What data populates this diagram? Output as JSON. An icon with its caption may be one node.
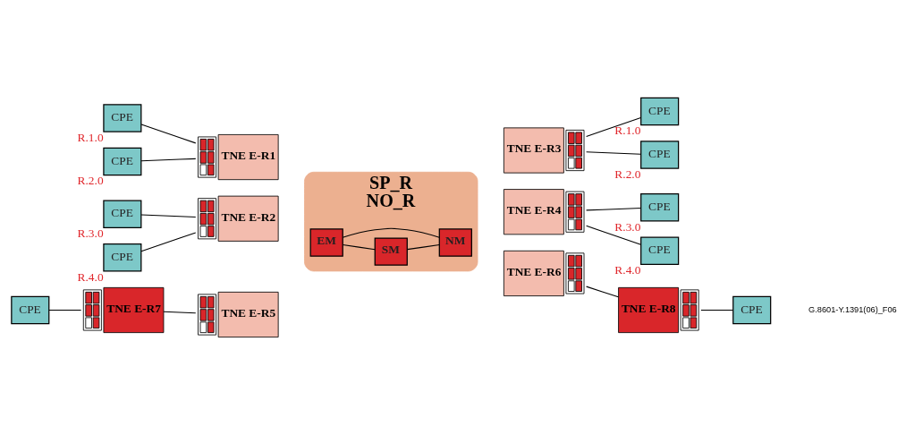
{
  "diagram": {
    "nodes": [
      {
        "text": [
          "SP_R",
          "NO_R"
        ]
      },
      {
        "text": [
          "EM"
        ],
        "in": 0
      },
      {
        "text": [
          "SM"
        ],
        "in": 0
      },
      {
        "text": [
          "NM"
        ],
        "in": 0
      },
      {
        "text": [
          "TNE E-R1"
        ]
      },
      {
        "text": [
          "TNE E-R3"
        ]
      },
      {
        "text": [
          "TNE E-R2"
        ]
      },
      {
        "text": [
          "TNE E-R4"
        ]
      },
      {
        "text": [
          "TNE E-R7"
        ]
      },
      {
        "text": [
          "TNE E-R5"
        ]
      },
      {
        "text": [
          "TNE E-R6"
        ]
      },
      {
        "text": [
          "TNE E-R8"
        ]
      },
      {
        "text": [
          "CPE"
        ],
        "beside": [
          "R.1.0"
        ]
      },
      {
        "text": [
          "CPE"
        ],
        "beside": [
          "R.2.0"
        ]
      },
      {
        "text": [
          "CPE"
        ],
        "beside": [
          "R.1.0"
        ]
      },
      {
        "text": [
          "CPE"
        ],
        "beside": [
          "R.2.0"
        ]
      },
      {
        "text": [
          "CPE"
        ],
        "beside": [
          "R.3.0"
        ]
      },
      {
        "text": [
          "CPE"
        ],
        "beside": [
          "R.4.0"
        ]
      },
      {
        "text": [
          "CPE"
        ],
        "beside": [
          "R.3.0"
        ]
      },
      {
        "text": [
          "CPE"
        ],
        "beside": [
          "R.4.0"
        ]
      },
      {
        "text": [
          "CPE"
        ]
      },
      {
        "text": [
          "CPE"
        ]
      }
    ],
    "edges": [
      {
        "from": 1,
        "to": 2,
        "arrow": "none"
      },
      {
        "from": 1,
        "to": 3,
        "arrow": "none"
      },
      {
        "from": 2,
        "to": 3,
        "arrow": "none"
      },
      {
        "from": 12,
        "to": 4,
        "arrow": "none"
      },
      {
        "from": 13,
        "to": 4,
        "arrow": "none"
      },
      {
        "from": 5,
        "to": 14,
        "arrow": "none"
      },
      {
        "from": 5,
        "to": 15,
        "arrow": "none"
      },
      {
        "from": 16,
        "to": 6,
        "arrow": "none"
      },
      {
        "from": 17,
        "to": 6,
        "arrow": "none"
      },
      {
        "from": 7,
        "to": 18,
        "arrow": "none"
      },
      {
        "from": 7,
        "to": 19,
        "arrow": "none"
      },
      {
        "from": 20,
        "to": 8,
        "arrow": "none"
      },
      {
        "from": 8,
        "to": 9,
        "arrow": "none"
      },
      {
        "from": 10,
        "to": 11,
        "arrow": "none"
      },
      {
        "from": 11,
        "to": 21,
        "arrow": "none"
      }
    ],
    "labels": [
      "G.8601-Y.1391(06)_F06"
    ]
  }
}
